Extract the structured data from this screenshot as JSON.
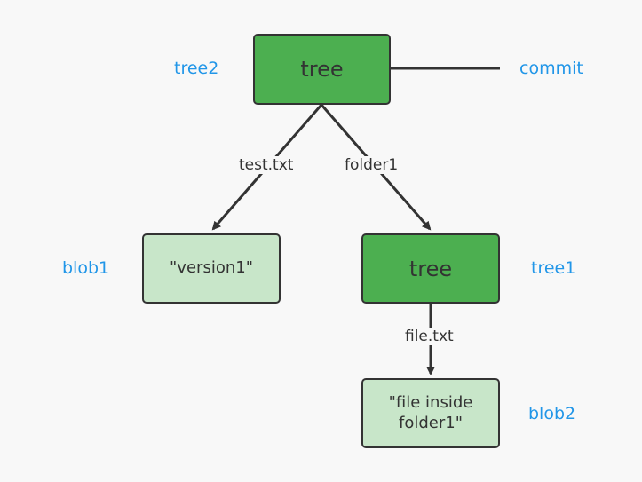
{
  "nodes": {
    "root_tree": {
      "text": "tree"
    },
    "blob1": {
      "text": "\"version1\""
    },
    "sub_tree": {
      "text": "tree"
    },
    "blob2": {
      "line1": "\"file inside",
      "line2": "folder1\""
    }
  },
  "labels": {
    "tree2": "tree2",
    "commit": "commit",
    "blob1": "blob1",
    "tree1": "tree1",
    "blob2": "blob2"
  },
  "edges": {
    "test_txt": "test.txt",
    "folder1": "folder1",
    "file_txt": "file.txt"
  },
  "colors": {
    "tree_fill": "#4caf50",
    "blob_fill": "#c8e6c9",
    "border": "#333333",
    "label_blue": "#2196e8",
    "background": "#f8f8f8"
  }
}
